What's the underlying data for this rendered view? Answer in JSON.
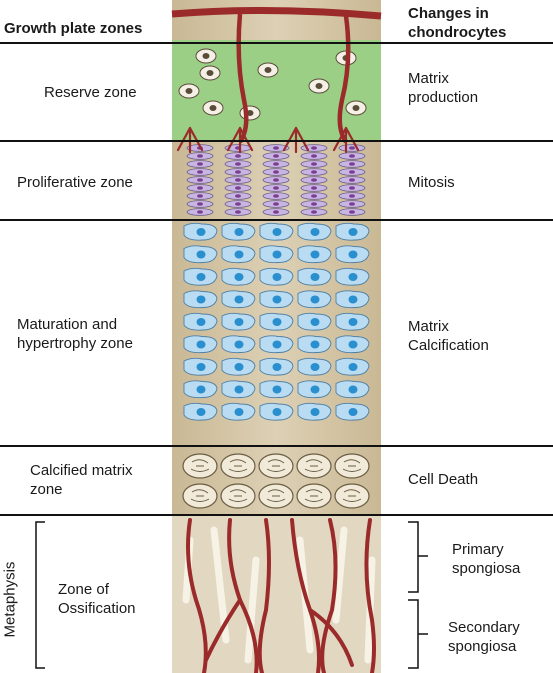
{
  "headers": {
    "left": "Growth plate zones",
    "right_line1": "Changes in",
    "right_line2": "chondrocytes"
  },
  "zones": {
    "reserve": {
      "name": "Reserve zone",
      "change_line1": "Matrix",
      "change_line2": "production"
    },
    "proliferative": {
      "name": "Proliferative zone",
      "change": "Mitosis"
    },
    "maturation": {
      "name_line1": "Maturation and",
      "name_line2": "hypertrophy zone",
      "change_line1": "Matrix",
      "change_line2": "Calcification"
    },
    "calcified": {
      "name_line1": "Calcified matrix",
      "name_line2": "zone",
      "change": "Cell Death"
    },
    "ossification": {
      "name_line1": "Zone of",
      "name_line2": "Ossification"
    }
  },
  "metaphysis_label": "Metaphysis",
  "spongiosa": {
    "primary_line1": "Primary",
    "primary_line2": "spongiosa",
    "secondary_line1": "Secondary",
    "secondary_line2": "spongiosa"
  },
  "colors": {
    "bone": "#d4c4a4",
    "reserve_matrix": "#9ccf86",
    "vessel": "#9b2a2a",
    "proliferative_cell": "#c8b6e2",
    "hypertrophic_cell": "#b9dcf2",
    "nucleus": "#2a8fcf"
  }
}
